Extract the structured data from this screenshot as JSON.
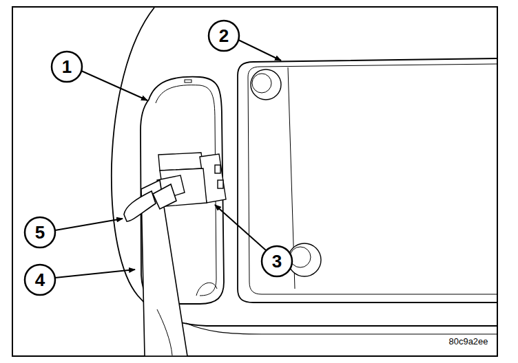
{
  "diagram": {
    "labels": [
      "1",
      "2",
      "3",
      "4",
      "5",
      "80c9a2ee"
    ]
  }
}
